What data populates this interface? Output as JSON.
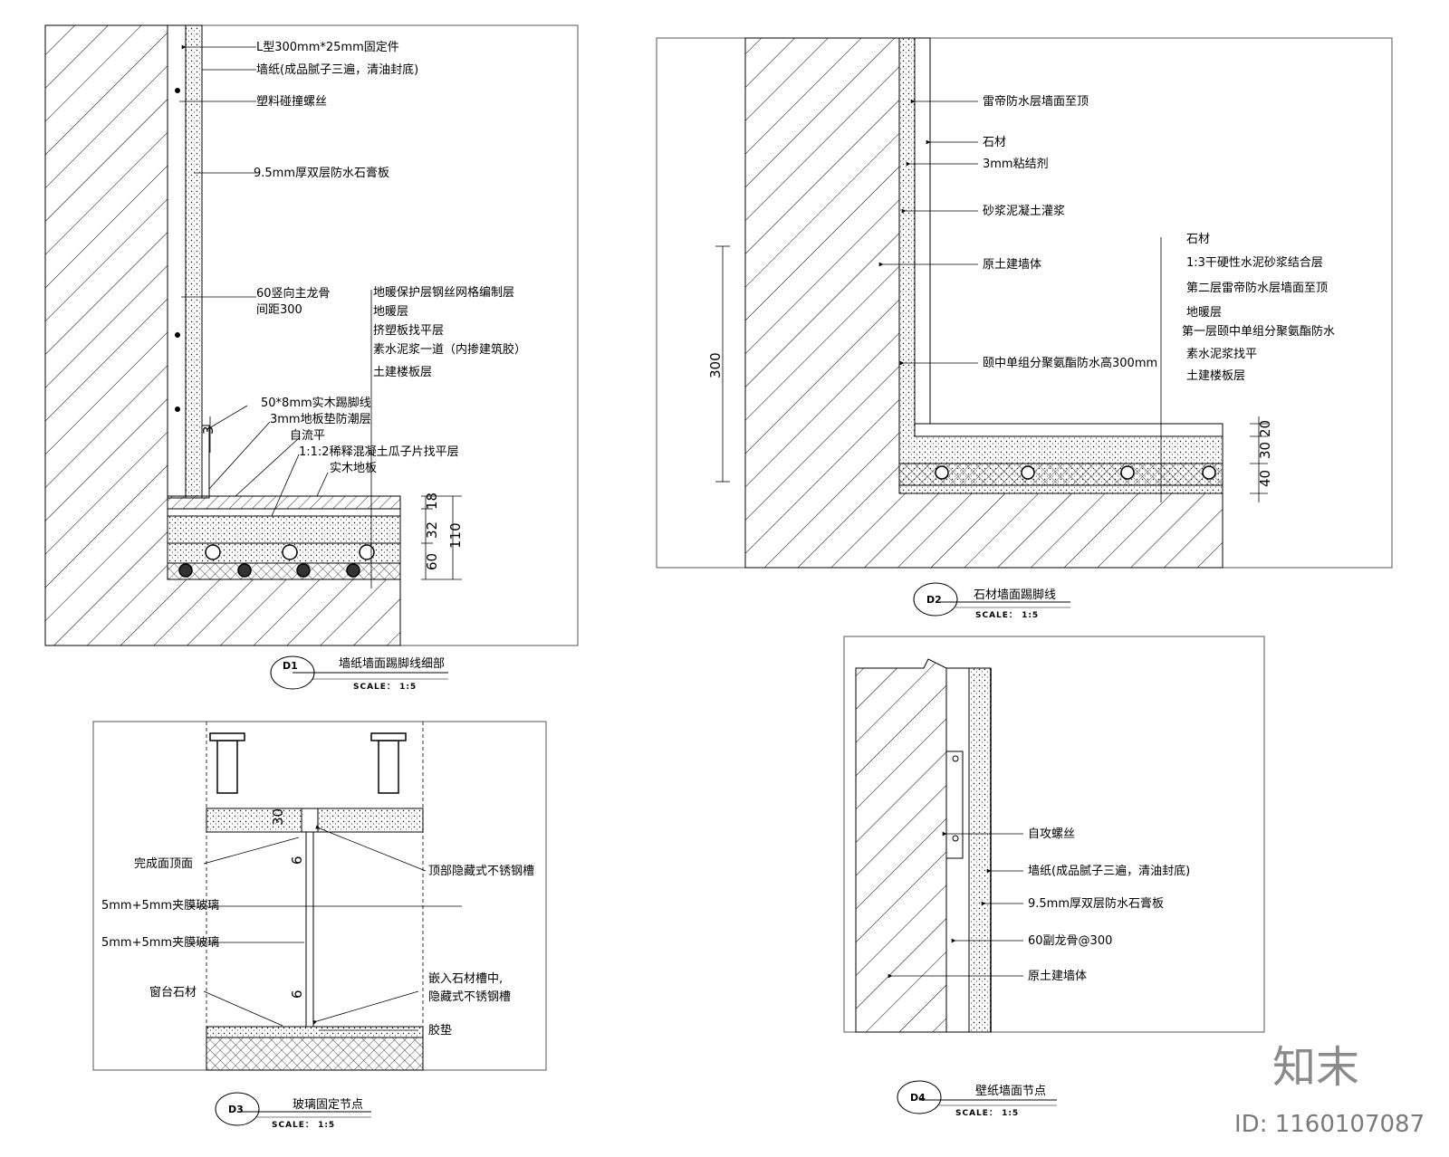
{
  "d1": {
    "tag": "D1",
    "title": "墙纸墙面踢脚线细部",
    "scale": "SCALE： 1:5",
    "labels": [
      "L型300mm*25mm固定件",
      "墙纸(成品腻子三遍，清油封底)",
      "塑料碰撞螺丝",
      "9.5mm厚双层防水石膏板",
      "60竖向主龙骨",
      "间距300",
      "50*8mm实木踢脚线",
      "3mm地板垫防潮层",
      "自流平",
      "1:1:2稀释混凝土瓜子片找平层",
      "实木地板",
      "地暖保护层钢丝网格编制层",
      "地暖层",
      "挤塑板找平层",
      "素水泥浆一道（内掺建筑胶）",
      "土建楼板层"
    ],
    "dims": [
      "3",
      "18",
      "32",
      "110",
      "60"
    ]
  },
  "d2": {
    "tag": "D2",
    "title": "石材墙面踢脚线",
    "scale": "SCALE： 1:5",
    "labels": [
      "雷帝防水层墙面至顶",
      "石材",
      "3mm粘结剂",
      "砂浆泥凝土灌浆",
      "原土建墙体",
      "颐中单组分聚氨酯防水高300mm",
      "石材",
      "1:3干硬性水泥砂浆结合层",
      "第二层雷帝防水层墙面至顶",
      "地暖层",
      "第一层颐中单组分聚氨酯防水",
      "素水泥浆找平",
      "土建楼板层"
    ],
    "dims": [
      "300",
      "20",
      "30",
      "40"
    ]
  },
  "d3": {
    "tag": "D3",
    "title": "玻璃固定节点",
    "scale": "SCALE： 1:5",
    "labels": [
      "完成面顶面",
      "5mm+5mm夹膜玻璃",
      "5mm+5mm夹膜玻璃",
      "窗台石材",
      "顶部隐藏式不锈钢槽",
      "嵌入石材槽中,",
      "隐藏式不锈钢槽",
      "胶垫"
    ],
    "dims": [
      "30",
      "6",
      "6"
    ]
  },
  "d4": {
    "tag": "D4",
    "title": "壁纸墙面节点",
    "scale": "SCALE： 1:5",
    "labels": [
      "自攻螺丝",
      "墙纸(成品腻子三遍，清油封底)",
      "9.5mm厚双层防水石膏板",
      "60副龙骨@300",
      "原土建墙体"
    ]
  },
  "brand": {
    "logo": "知末",
    "id": "ID: 1160107087"
  }
}
